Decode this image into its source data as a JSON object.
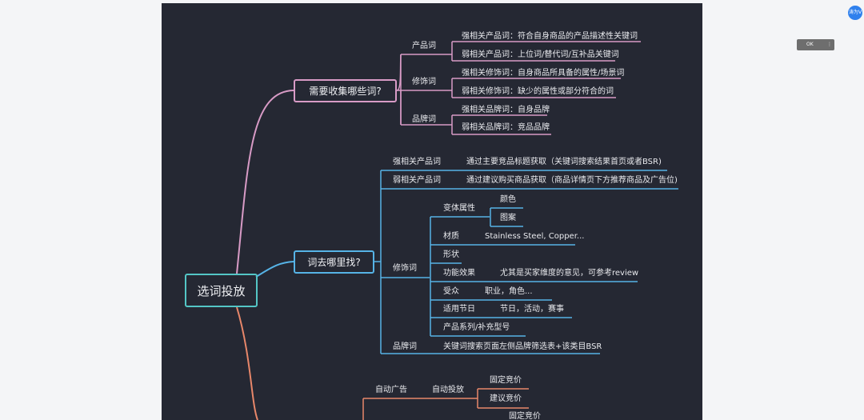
{
  "user": {
    "avatar_text": "涛为V"
  },
  "viewer": {
    "zoom_label": "OK",
    "menu_glyph": "⋮"
  },
  "colors": {
    "pink": "#d89bc6",
    "blue": "#56b3e6",
    "orange": "#e8876a",
    "root": "#54c6c6",
    "bg": "#252833"
  },
  "mindmap": {
    "root": "选词投放",
    "b1": {
      "title": "需要收集哪些词?",
      "g1": {
        "label": "产品词",
        "c1": "强相关产品词：符合自身商品的产品描述性关键词",
        "c2": "弱相关产品词：上位词/替代词/互补品关键词"
      },
      "g2": {
        "label": "修饰词",
        "c1": "强相关修饰词：自身商品所具备的属性/场景词",
        "c2": "弱相关修饰词：缺少的属性或部分符合的词"
      },
      "g3": {
        "label": "品牌词",
        "c1": "强相关品牌词：自身品牌",
        "c2": "弱相关品牌词：竞品品牌"
      }
    },
    "b2": {
      "title": "词去哪里找?",
      "strong": {
        "label": "强相关产品词",
        "desc": "通过主要竞品标题获取（关键词搜索结果首页或者BSR)"
      },
      "weak": {
        "label": "弱相关产品词",
        "desc": "通过建议购买商品获取（商品详情页下方推荐商品及广告位)"
      },
      "mod": {
        "label": "修饰词",
        "variant": {
          "label": "变体属性",
          "c1": "颜色",
          "c2": "图案"
        },
        "material": {
          "label": "材质",
          "c1": "Stainless Steel, Copper..."
        },
        "shape": {
          "label": "形状"
        },
        "function": {
          "label": "功能效果",
          "c1": "尤其是买家维度的意见，可参考review"
        },
        "audience": {
          "label": "受众",
          "c1": "职业，角色..."
        },
        "holiday": {
          "label": "适用节日",
          "c1": "节日，活动，赛事"
        },
        "series": {
          "label": "产品系列/补充型号"
        }
      },
      "brand": {
        "label": "品牌词",
        "desc": "关键词搜索页面左侧品牌筛选表+该类目BSR"
      }
    },
    "b3": {
      "auto": {
        "label": "自动广告",
        "sub": "自动投放",
        "c1": "固定竞价",
        "c2": "建议竞价",
        "c3": "固定竞价"
      }
    }
  }
}
